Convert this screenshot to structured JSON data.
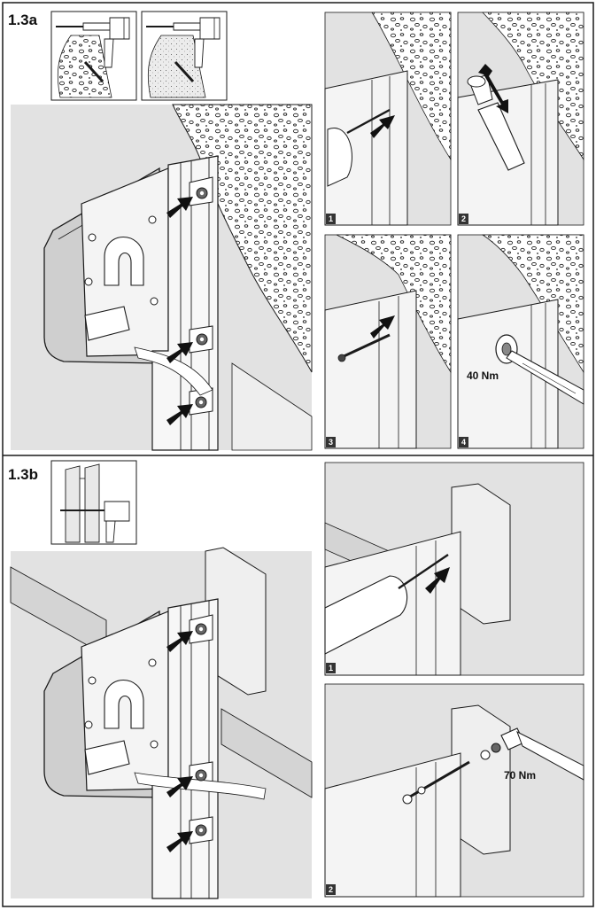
{
  "sections": [
    {
      "label": "1.3a",
      "steps": [
        {
          "number": "1"
        },
        {
          "number": "2"
        },
        {
          "number": "3"
        },
        {
          "number": "4",
          "torque": "40 Nm"
        }
      ]
    },
    {
      "label": "1.3b",
      "steps": [
        {
          "number": "1"
        },
        {
          "number": "2",
          "torque": "70 Nm"
        }
      ]
    }
  ],
  "colors": {
    "background_panel": "#e2e2e2",
    "line": "#1a1a1a",
    "arrow": "#111111",
    "white": "#ffffff"
  }
}
